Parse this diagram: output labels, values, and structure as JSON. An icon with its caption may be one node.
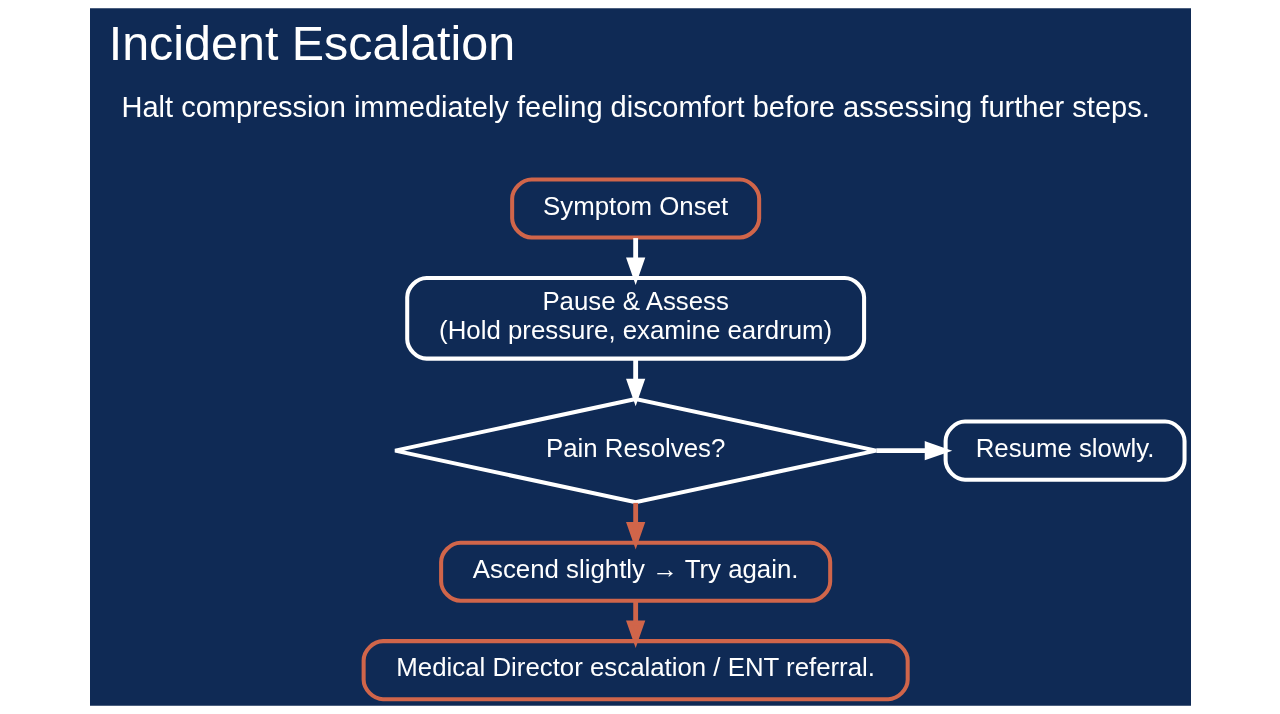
{
  "diagram": {
    "title": "Incident Escalation",
    "nodes": [
      {
        "text": [
          "Symptom Onset"
        ]
      },
      {
        "text": [
          "Pause & Assess",
          "(Hold pressure, examine eardrum)"
        ]
      },
      {
        "text": [
          "Pain Resolves?"
        ]
      },
      {
        "text": [
          "Resume slowly."
        ]
      },
      {
        "text": [
          "Ascend slightly → Try again."
        ]
      },
      {
        "text": [
          "Medical Director escalation / ENT referral."
        ]
      }
    ],
    "edges": [
      {
        "from": 0,
        "to": 1,
        "arrow": "to"
      },
      {
        "from": 1,
        "to": 2,
        "arrow": "to"
      },
      {
        "from": 2,
        "to": 3,
        "arrow": "to"
      },
      {
        "from": 2,
        "to": 4,
        "arrow": "to",
        "color": "#d0654a"
      },
      {
        "from": 4,
        "to": 5,
        "arrow": "to",
        "color": "#d0654a"
      }
    ],
    "labels": [
      "Halt compression immediately feeling discomfort before assessing further steps."
    ]
  }
}
